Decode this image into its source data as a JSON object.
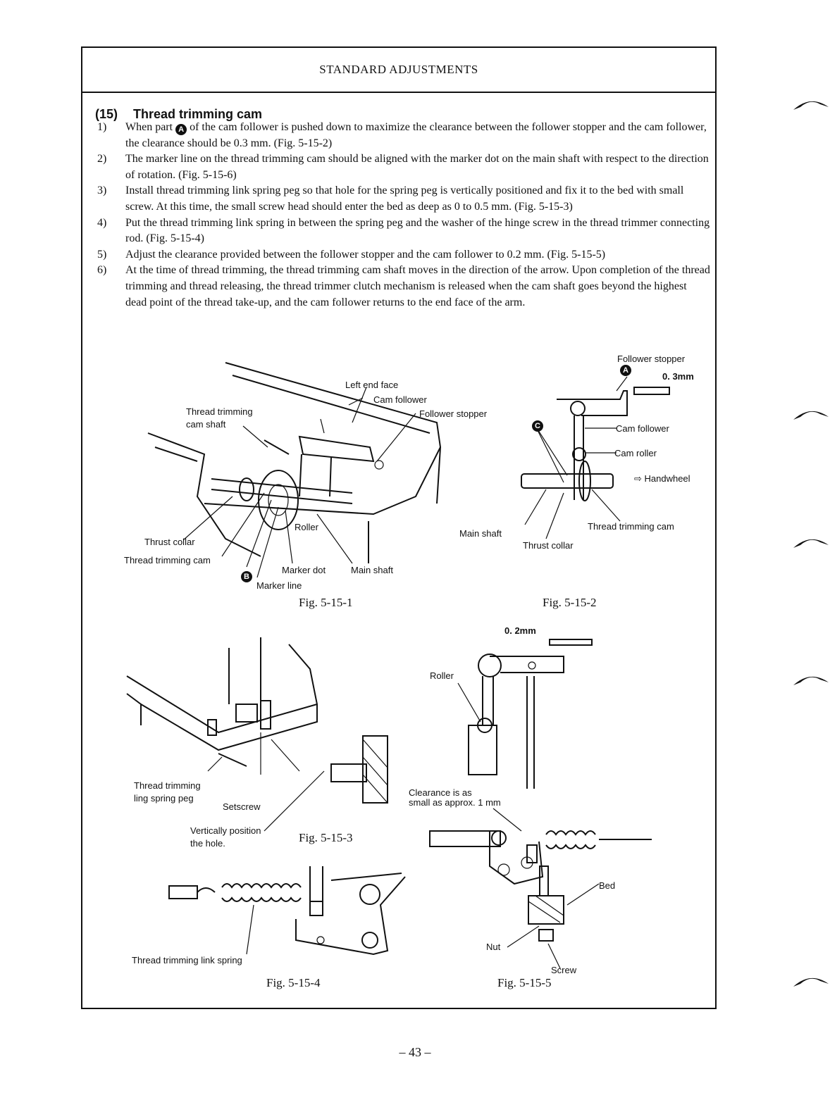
{
  "header": {
    "title": "STANDARD ADJUSTMENTS"
  },
  "section": {
    "number": "(15)",
    "title": "Thread trimming cam"
  },
  "steps": [
    {
      "n": "1)",
      "pre": "When part",
      "badge": "A",
      "text": "of the cam follower is pushed down to maximize the clearance between the follower stopper and the cam follower, the clearance should be 0.3 mm.  (Fig. 5-15-2)"
    },
    {
      "n": "2)",
      "text": "The marker line on the thread trimming cam should be aligned with the marker dot on the main shaft with respect to the direction of rotation.  (Fig. 5-15-6)"
    },
    {
      "n": "3)",
      "text": "Install thread trimming link spring peg so that hole for the spring peg is vertically positioned and fix it to the bed with small screw.  At this time, the small screw head should enter the bed as deep as 0 to 0.5 mm. (Fig. 5-15-3)"
    },
    {
      "n": "4)",
      "text": "Put the thread trimming link spring in between the spring peg and the washer of the hinge screw in the thread trimmer connecting rod.  (Fig. 5-15-4)"
    },
    {
      "n": "5)",
      "text": "Adjust the clearance provided between the follower stopper and the cam follower to 0.2 mm. (Fig. 5-15-5)"
    },
    {
      "n": "6)",
      "text": "At the time of thread trimming, the thread trimming cam shaft moves in the direction of the arrow.  Upon completion of the thread trimming and thread releasing, the thread trimmer clutch mechanism is released when the cam shaft goes beyond the highest dead point of the thread take-up, and the cam follower returns to the end face of the arm."
    }
  ],
  "fig1": {
    "caption": "Fig. 5-15-1",
    "labels": {
      "left_end_face": "Left end face",
      "cam_follower": "Cam follower",
      "thread_trimming_cam_shaft_1": "Thread trimming",
      "thread_trimming_cam_shaft_2": "cam shaft",
      "follower_stopper": "Follower stopper",
      "roller": "Roller",
      "thrust_collar": "Thrust collar",
      "thread_trimming_cam": "Thread trimming cam",
      "marker_dot": "Marker dot",
      "main_shaft": "Main shaft",
      "marker_line": "Marker line",
      "badge_b": "B"
    }
  },
  "fig2": {
    "caption": "Fig. 5-15-2",
    "labels": {
      "follower_stopper": "Follower stopper",
      "badge_a": "A",
      "clearance": "0. 3mm",
      "badge_c": "C",
      "cam_follower": "Cam follower",
      "cam_roller": "Cam roller",
      "handwheel": "⇨ Handwheel",
      "main_shaft": "Main shaft",
      "thread_trimming_cam": "Thread trimming cam",
      "thrust_collar": "Thrust collar"
    }
  },
  "fig3": {
    "caption": "Fig. 5-15-3",
    "labels": {
      "spring_peg_1": "Thread trimming",
      "spring_peg_2": "ling spring peg",
      "setscrew": "Setscrew",
      "vertical_1": "Vertically position",
      "vertical_2": "the hole."
    }
  },
  "fig4": {
    "caption": "Fig. 5-15-4",
    "labels": {
      "link_spring": "Thread trimming link spring"
    }
  },
  "fig5": {
    "caption": "Fig. 5-15-5",
    "labels": {
      "clearance": "0. 2mm",
      "roller": "Roller",
      "clearance_note_1": "Clearance is as",
      "clearance_note_2": "small as approx. 1 mm",
      "bed": "Bed",
      "nut": "Nut",
      "screw": "Screw"
    }
  },
  "footer": {
    "page": "– 43 –"
  }
}
